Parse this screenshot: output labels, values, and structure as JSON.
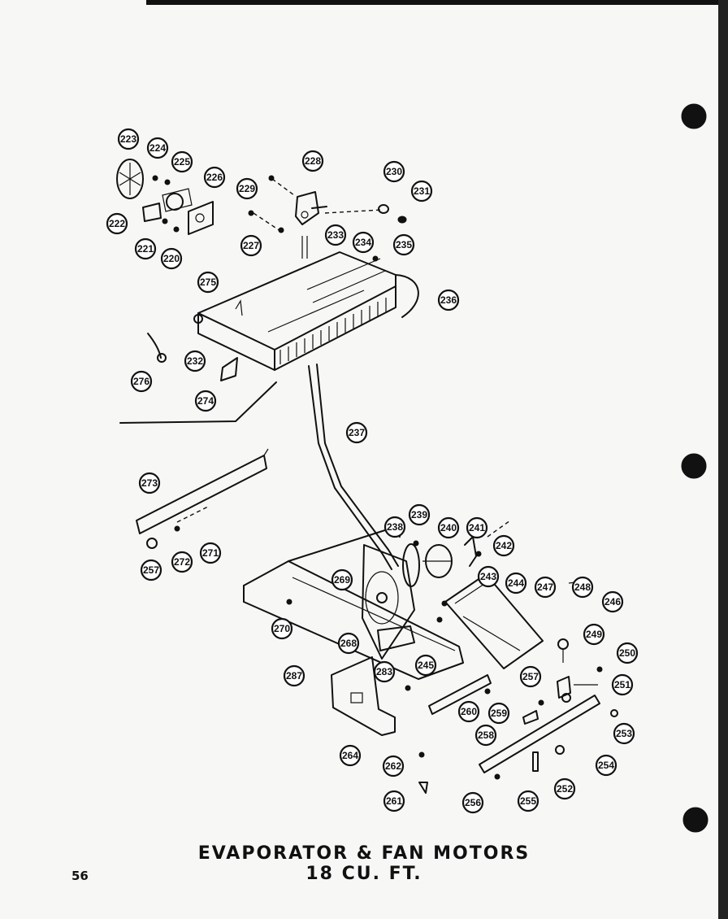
{
  "title": "EVAPORATOR & FAN MOTORS",
  "subtitle": "18 CU. FT.",
  "page_number": "56",
  "callouts": [
    "223",
    "224",
    "225",
    "226",
    "222",
    "221",
    "220",
    "228",
    "229",
    "227",
    "230",
    "231",
    "233",
    "234",
    "235",
    "275",
    "236",
    "232",
    "276",
    "274",
    "237",
    "273",
    "271",
    "272",
    "257",
    "239",
    "238",
    "240",
    "241",
    "242",
    "269",
    "243",
    "244",
    "247",
    "248",
    "246",
    "270",
    "268",
    "245",
    "249",
    "250",
    "287",
    "283",
    "257",
    "251",
    "260",
    "259",
    "258",
    "253",
    "264",
    "262",
    "254",
    "261",
    "256",
    "255",
    "252"
  ]
}
